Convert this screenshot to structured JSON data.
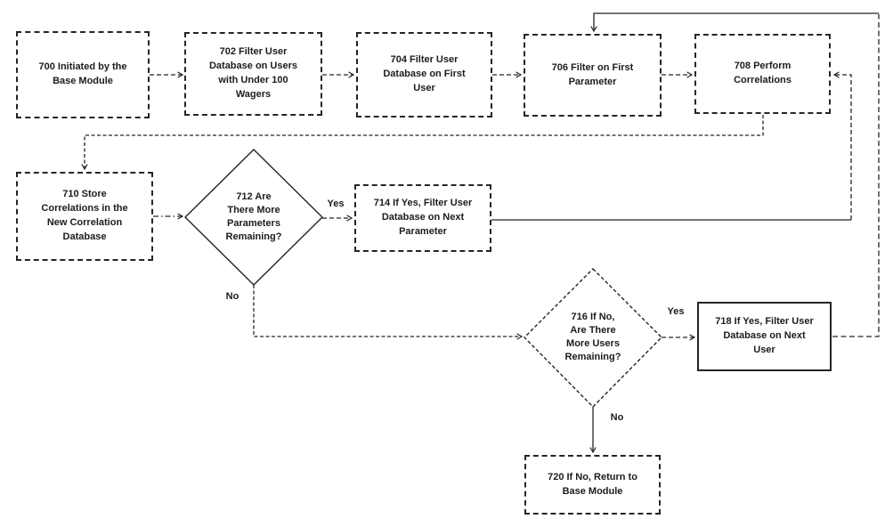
{
  "diagram": {
    "type": "flowchart",
    "background": "#ffffff",
    "ink": "#252525"
  },
  "nodes": {
    "700": {
      "shape": "rectangle",
      "border": "dashed",
      "label": "700 Initiated by the\nBase Module"
    },
    "702": {
      "shape": "rectangle",
      "border": "dashed",
      "label": "702 Filter User\nDatabase on Users\nwith Under 100\nWagers"
    },
    "704": {
      "shape": "rectangle",
      "border": "dashed",
      "label": "704 Filter User\nDatabase on First\nUser"
    },
    "706": {
      "shape": "rectangle",
      "border": "dashed",
      "label": "706 Filter on First\nParameter"
    },
    "708": {
      "shape": "rectangle",
      "border": "dashed",
      "label": "708 Perform\nCorrelations"
    },
    "710": {
      "shape": "rectangle",
      "border": "dashed",
      "label": "710 Store\nCorrelations in the\nNew Correlation\nDatabase"
    },
    "712": {
      "shape": "diamond",
      "border": "solid",
      "label": "712 Are\nThere More\nParameters\nRemaining?"
    },
    "714": {
      "shape": "rectangle",
      "border": "dashed",
      "label": "714 If Yes, Filter User\nDatabase on Next\nParameter"
    },
    "716": {
      "shape": "diamond",
      "border": "dashed",
      "label": "716 If No,\nAre There\nMore Users\nRemaining?"
    },
    "718": {
      "shape": "rectangle",
      "border": "solid",
      "label": "718 If Yes, Filter User\nDatabase on Next\nUser"
    },
    "720": {
      "shape": "rectangle",
      "border": "dashed",
      "label": "720 If No, Return to\nBase Module"
    }
  },
  "edges": [
    {
      "from": "700",
      "to": "702",
      "style": "dashed",
      "label": ""
    },
    {
      "from": "702",
      "to": "704",
      "style": "dashed",
      "label": ""
    },
    {
      "from": "704",
      "to": "706",
      "style": "dashed",
      "label": ""
    },
    {
      "from": "706",
      "to": "708",
      "style": "dashed",
      "label": ""
    },
    {
      "from": "708",
      "to": "710",
      "style": "dashed",
      "label": ""
    },
    {
      "from": "710",
      "to": "712",
      "style": "dash-dot",
      "label": ""
    },
    {
      "from": "712",
      "to": "714",
      "style": "dashed",
      "label": "Yes"
    },
    {
      "from": "712",
      "to": "716",
      "style": "dashed",
      "label": "No"
    },
    {
      "from": "714",
      "to": "708",
      "style": "solid-then-dashed",
      "label": ""
    },
    {
      "from": "716",
      "to": "718",
      "style": "dashed",
      "label": "Yes"
    },
    {
      "from": "716",
      "to": "720",
      "style": "solid",
      "label": "No"
    },
    {
      "from": "718",
      "to": "706",
      "style": "dashed-then-solid",
      "label": ""
    }
  ]
}
